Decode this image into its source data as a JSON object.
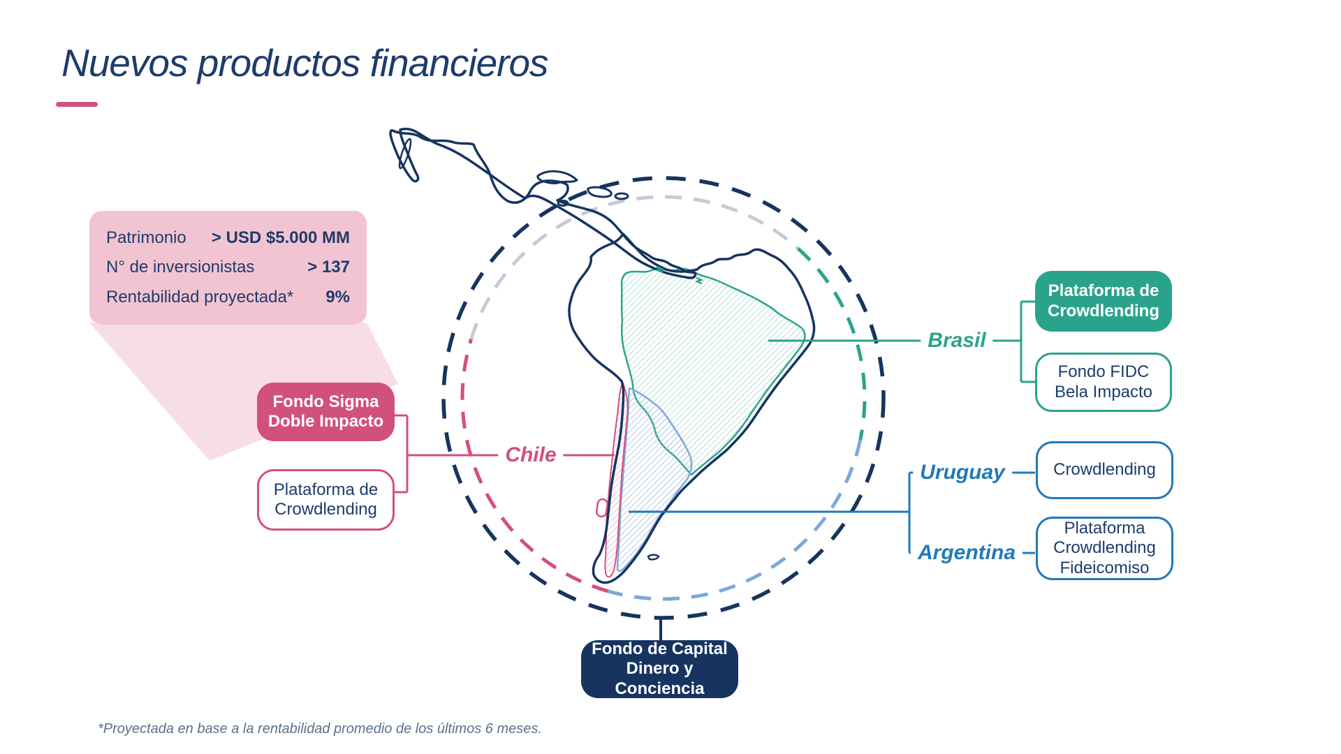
{
  "title": "Nuevos productos financieros",
  "footnote": "*Proyectada en base a la rentabilidad promedio de los últimos 6 meses.",
  "stats": {
    "rows": [
      {
        "label": "Patrimonio",
        "value": "> USD $5.000 MM"
      },
      {
        "label": "N° de inversionistas",
        "value": "> 137"
      },
      {
        "label": "Rentabilidad proyectada*",
        "value": "9%"
      }
    ]
  },
  "regions": {
    "chile": {
      "label": "Chile",
      "color": "#d2507c",
      "products": [
        "Fondo Sigma Doble Impacto",
        "Plataforma de Crowdlending"
      ]
    },
    "brasil": {
      "label": "Brasil",
      "color": "#2ba38c",
      "products": [
        "Plataforma de Crowdlending",
        "Fondo FIDC Bela Impacto"
      ]
    },
    "uruguay": {
      "label": "Uruguay",
      "color": "#2279b8",
      "products": [
        "Crowdlending"
      ]
    },
    "argentina": {
      "label": "Argentina",
      "color": "#2279b8",
      "products": [
        "Plataforma Crowdlending Fideicomiso"
      ]
    },
    "regional": {
      "products": [
        "Fondo de Capital Dinero y Conciencia"
      ]
    }
  },
  "colors": {
    "navy": "#16345f",
    "pink": "#d2507c",
    "pink_light": "#f2c4d2",
    "pink_wedge": "#f7dde8",
    "teal": "#2ba38c",
    "blue": "#2279b8",
    "light_blue": "#7fa8d9",
    "gray_dash": "#c5cbd6"
  }
}
